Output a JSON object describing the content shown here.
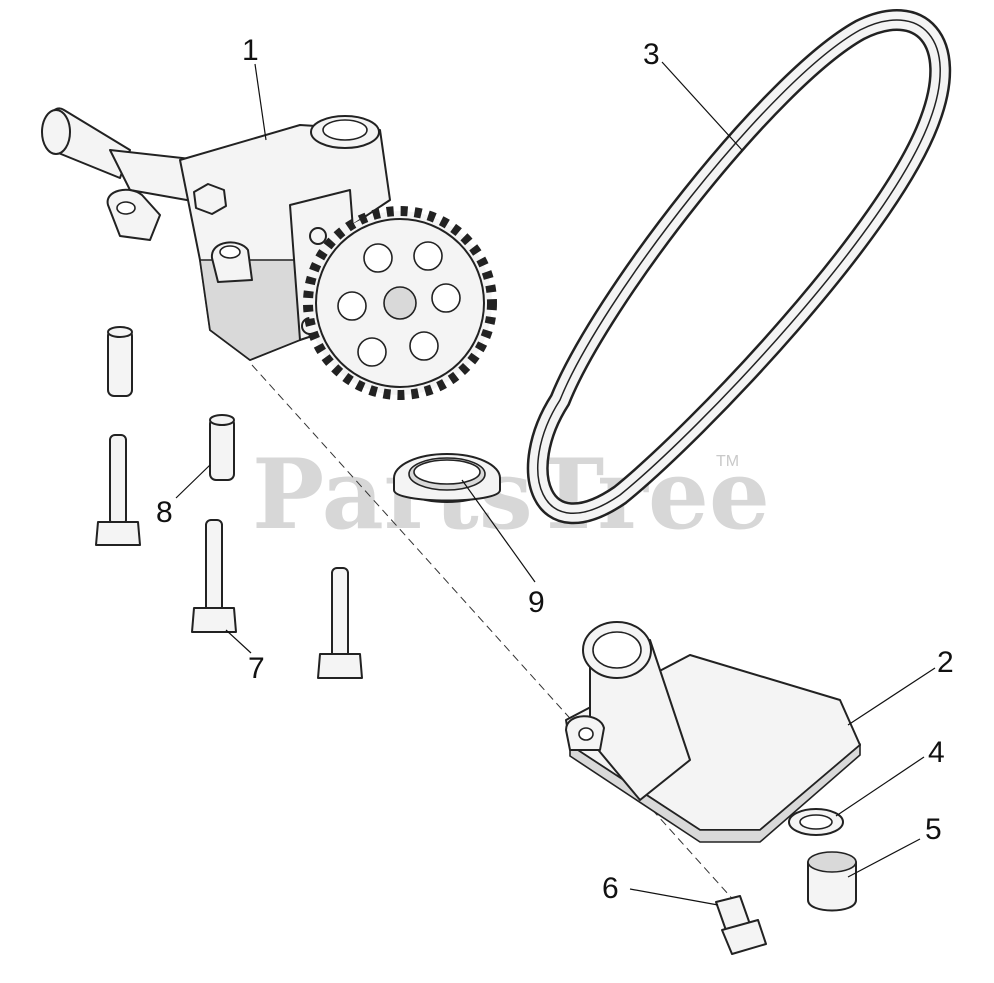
{
  "watermark": {
    "text": "PartsTree",
    "trademark": "TM"
  },
  "callouts": {
    "c1": "1",
    "c2": "2",
    "c3": "3",
    "c4": "4",
    "c5": "5",
    "c6": "6",
    "c7": "7",
    "c8": "8",
    "c9": "9"
  },
  "colors": {
    "line": "#222222",
    "fill": "#f4f4f4",
    "watermark": "#d7d7d7"
  }
}
